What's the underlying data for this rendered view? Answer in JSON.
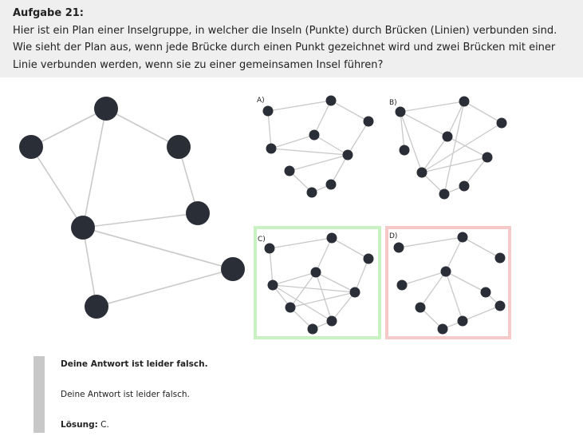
{
  "question": {
    "title": "Aufgabe 21:",
    "text": "Hier ist ein Plan einer Inselgruppe, in welcher die Inseln (Punkte) durch Brücken (Linien) verbunden sind. Wie sieht der Plan aus, wenn jede Brücke durch einen Punkt gezeichnet wird und zwei Brücken mit einer Linie verbunden werden, wenn sie zu einer gemeinsamen Insel führen?"
  },
  "options": [
    {
      "label": "A)",
      "state": "neutral"
    },
    {
      "label": "B)",
      "state": "neutral"
    },
    {
      "label": "C)",
      "state": "correct",
      "frame_color": "#c9f2c3"
    },
    {
      "label": "D)",
      "state": "selected-wrong",
      "frame_color": "#f6c9c9"
    }
  ],
  "feedback": {
    "title": "Deine Antwort ist leider falsch.",
    "text": "Deine Antwort ist leider falsch.",
    "solution_label": "Lösung:",
    "solution_value": "C."
  },
  "colors": {
    "node": "#2a2e36",
    "edge": "#c9c9c9",
    "question_bg": "#efefef",
    "feedback_bar": "#c8c8c8"
  }
}
